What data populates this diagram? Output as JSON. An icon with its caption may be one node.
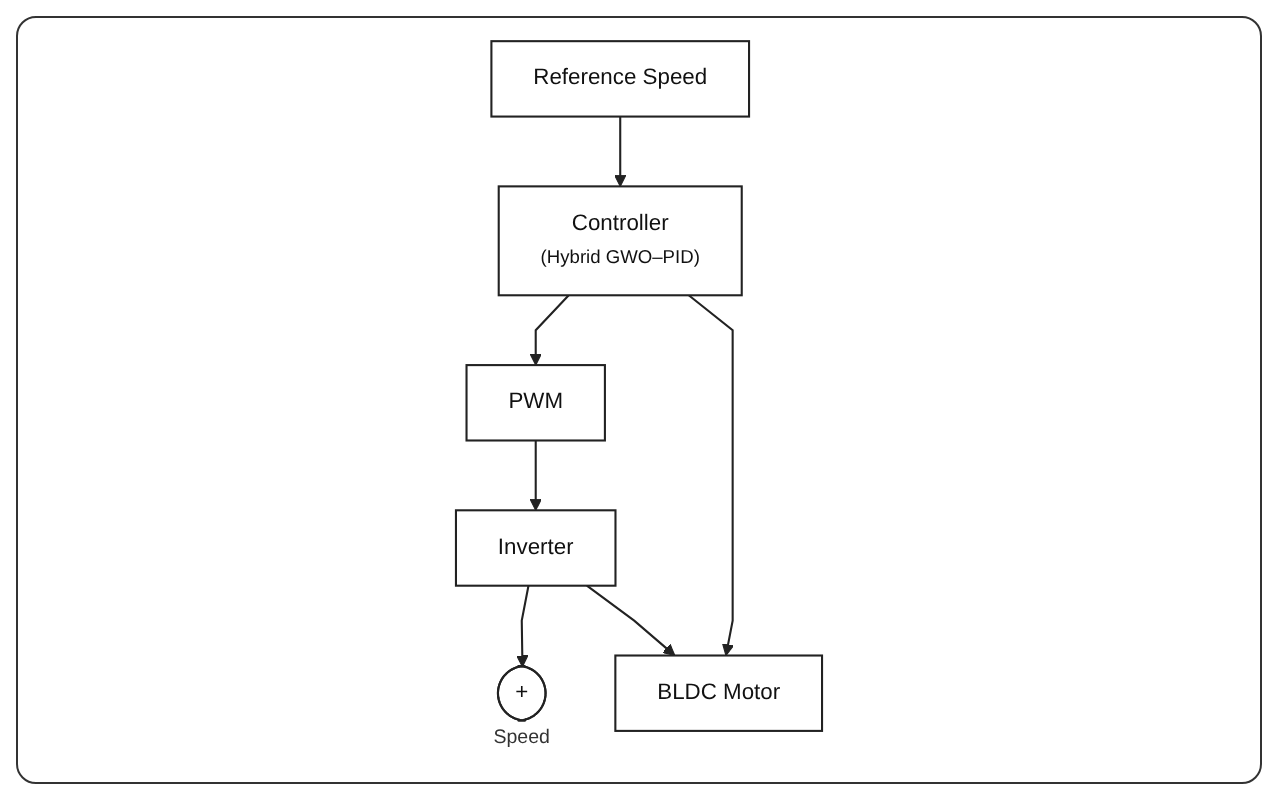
{
  "diagram": {
    "nodes": [
      {
        "text": [
          "Reference Speed"
        ]
      },
      {
        "text": [
          "Controller",
          "(Hybrid GWO–PID)"
        ]
      },
      {
        "text": [
          "PWM"
        ]
      },
      {
        "text": [
          "Inverter"
        ]
      },
      {
        "text": [
          "+"
        ],
        "beside": [
          "Speed"
        ]
      },
      {
        "text": [
          "BLDC Motor"
        ]
      }
    ],
    "edges": [
      {
        "from": 0,
        "to": 1,
        "arrow": "to"
      },
      {
        "from": 1,
        "to": 2,
        "arrow": "to"
      },
      {
        "from": 2,
        "to": 3,
        "arrow": "to"
      },
      {
        "from": 3,
        "to": 4,
        "arrow": "to"
      },
      {
        "from": 3,
        "to": 5,
        "arrow": "to"
      },
      {
        "from": 1,
        "to": 5,
        "arrow": "to"
      }
    ]
  }
}
